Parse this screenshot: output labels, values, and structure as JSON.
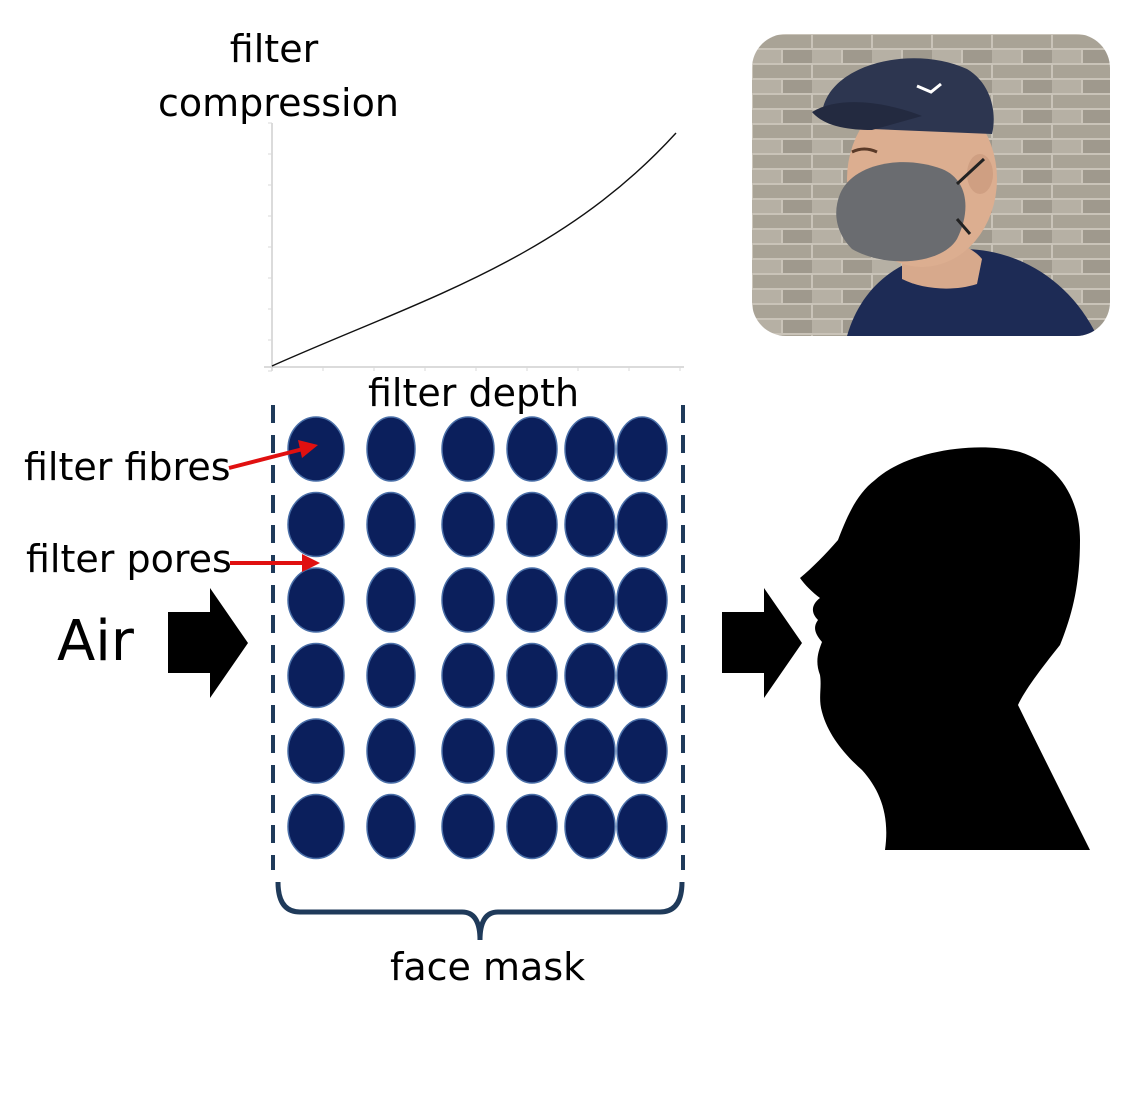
{
  "chart": {
    "ylabel_line1": "filter",
    "ylabel_line2": "compression",
    "xlabel": "filter depth"
  },
  "labels": {
    "filter_fibres": "filter fibres",
    "filter_pores": "filter pores",
    "air": "Air",
    "face_mask": "face mask"
  },
  "colors": {
    "fibre_fill": "#0b1f5c",
    "fibre_stroke": "#4a6fa8",
    "mask_outline": "#1f3a5a",
    "pointer_arrow": "#e01010",
    "flow_arrow": "#000000",
    "silhouette": "#000000"
  },
  "fibre_grid": {
    "rows": 6,
    "columns": 6
  },
  "icons": {
    "photo": "man-wearing-face-mask-photo",
    "silhouette": "head-silhouette-icon",
    "flow": "right-arrow-icon"
  }
}
